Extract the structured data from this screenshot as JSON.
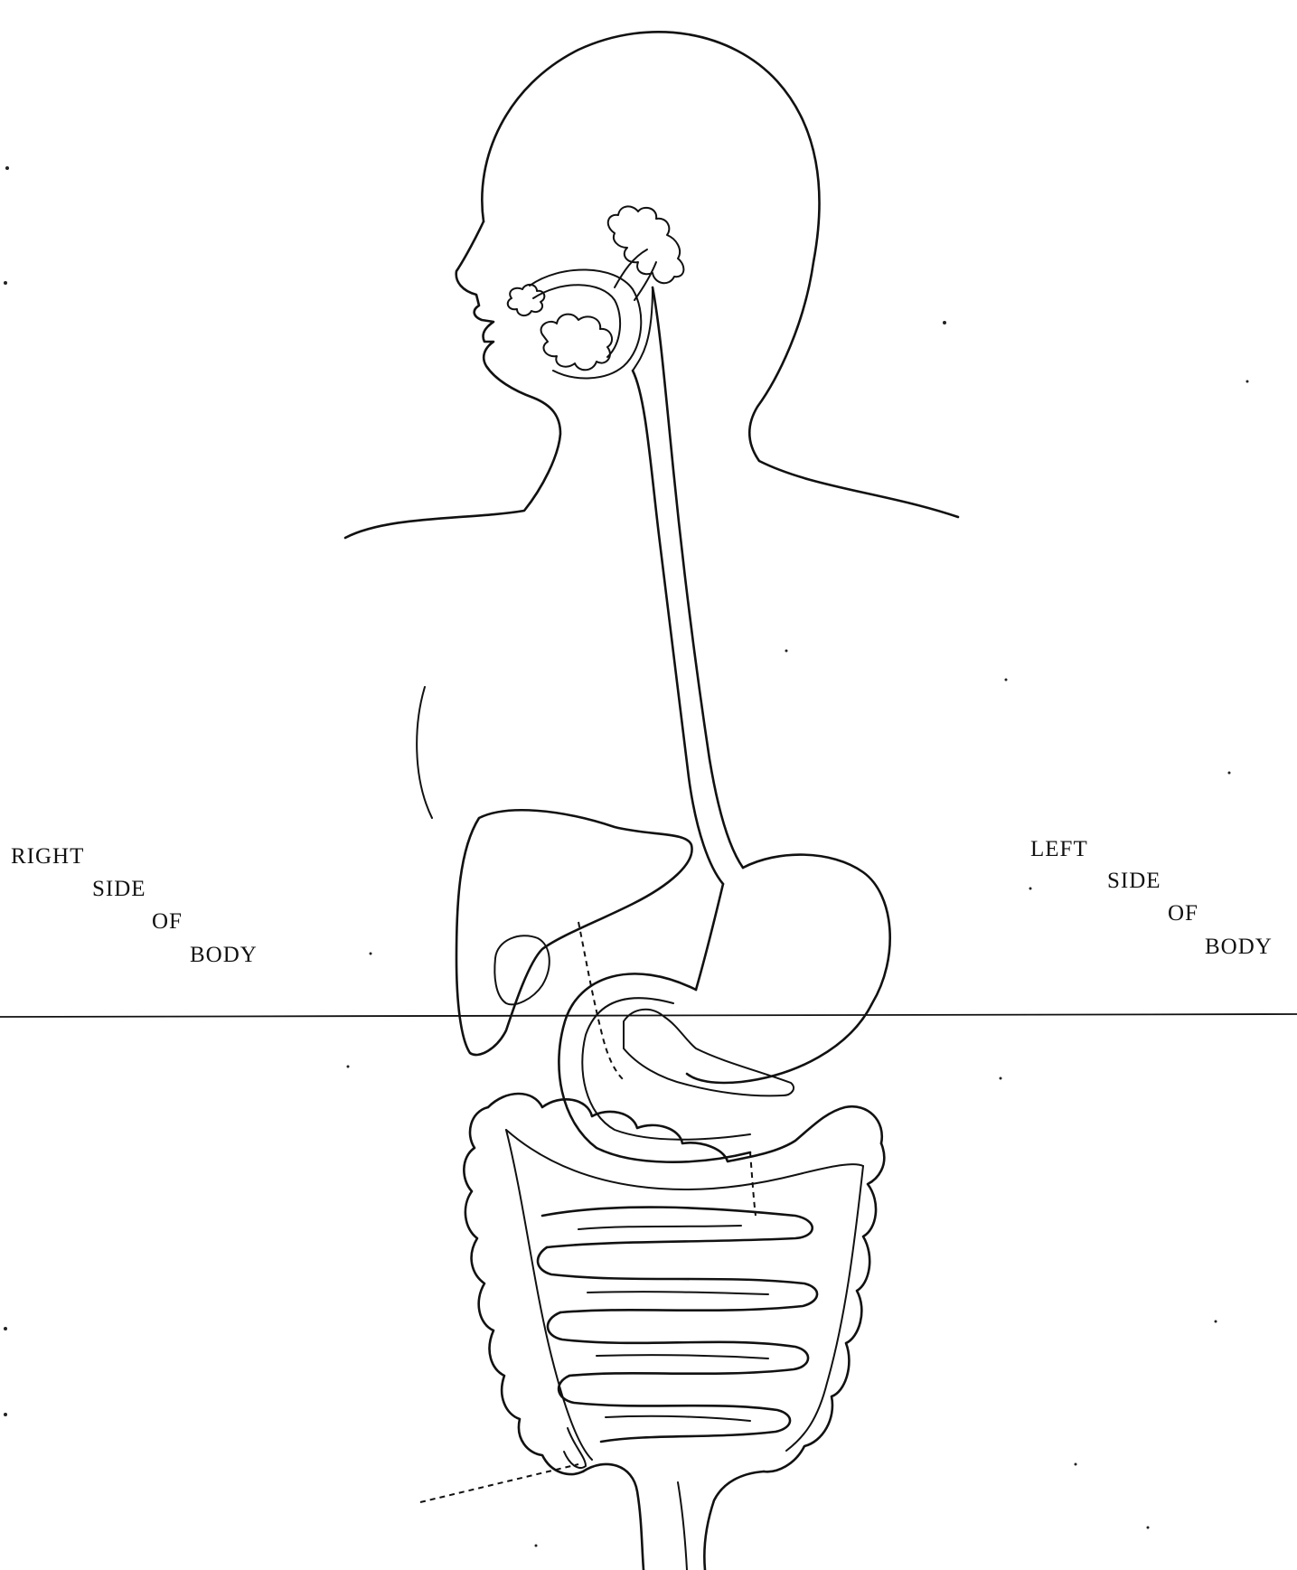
{
  "labels": {
    "right": [
      "RIGHT",
      "SIDE",
      "OF",
      "BODY"
    ],
    "left": [
      "LEFT",
      "SIDE",
      "OF",
      "BODY"
    ]
  },
  "colors": {
    "ink": "#111111",
    "background": "#ffffff"
  }
}
